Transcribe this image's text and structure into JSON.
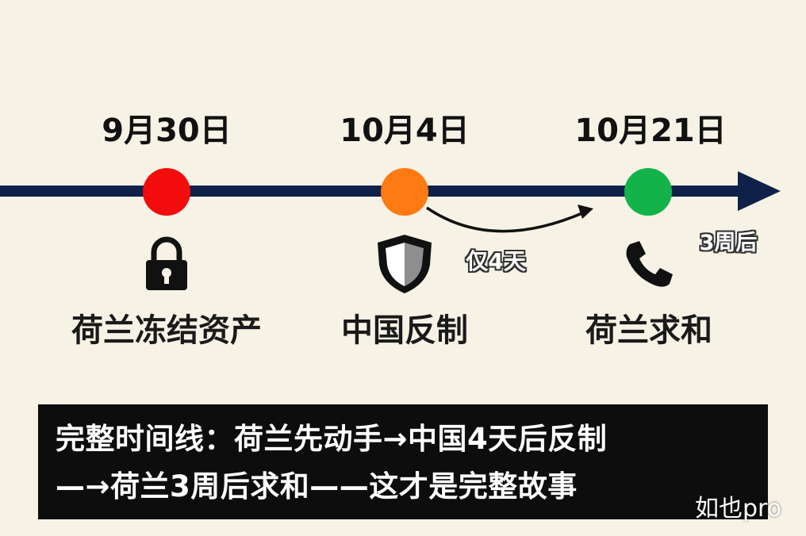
{
  "events": [
    {
      "date": "9月30日",
      "label": "荷兰冻结资产",
      "color": "#f20c0c",
      "icon": "padlock-icon"
    },
    {
      "date": "10月4日",
      "label": "中国反制",
      "color": "#ff7a12",
      "icon": "shield-icon"
    },
    {
      "date": "10月21日",
      "label": "荷兰求和",
      "color": "#13b349",
      "icon": "phone-icon"
    }
  ],
  "gap_label": "仅4天",
  "after_label": "3周后",
  "summary": {
    "line1": "完整时间线：荷兰先动手→中国4天后反制",
    "line2": "—→荷兰3周后求和——这才是完整故事"
  },
  "watermark": "如也pro",
  "colors": {
    "axis": "#0f2148",
    "background": "#f6f3e6",
    "summary_bg": "#0d0d0d"
  }
}
